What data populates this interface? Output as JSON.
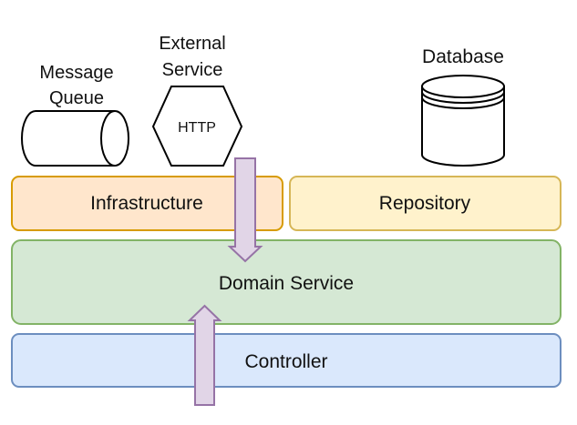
{
  "nodes": {
    "message_queue": {
      "line1": "Message",
      "line2": "Queue"
    },
    "external_service": {
      "line1": "External",
      "line2": "Service",
      "shape_text": "HTTP"
    },
    "database": {
      "label": "Database"
    },
    "infrastructure": {
      "label": "Infrastructure",
      "fill": "#ffe6cc",
      "stroke": "#d79b00"
    },
    "repository": {
      "label": "Repository",
      "fill": "#fff2cc",
      "stroke": "#d6b656"
    },
    "domain_service": {
      "label": "Domain Service",
      "fill": "#d5e8d4",
      "stroke": "#82b366"
    },
    "controller": {
      "label": "Controller",
      "fill": "#dae8fc",
      "stroke": "#6c8ebf"
    }
  },
  "arrows": {
    "fill": "#e1d5e7",
    "stroke": "#9673a6"
  }
}
